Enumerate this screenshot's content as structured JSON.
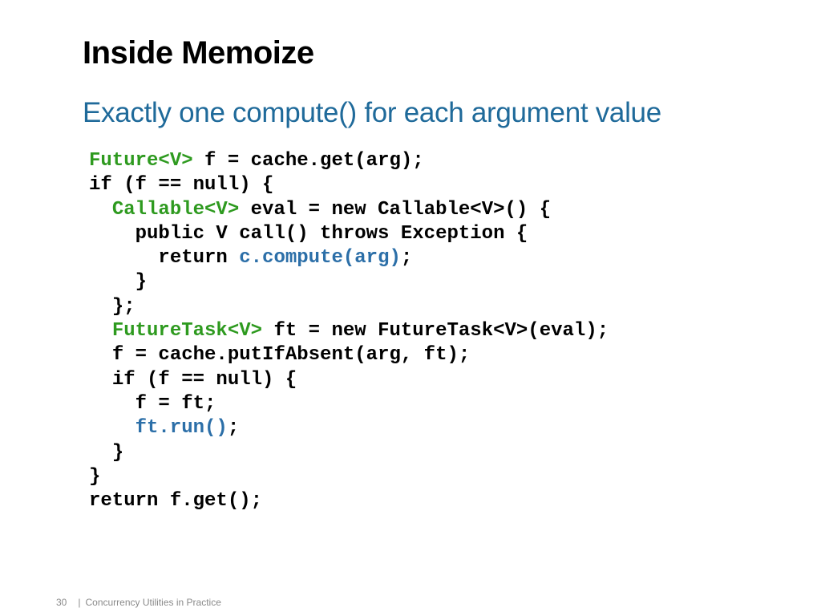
{
  "slide": {
    "title": "Inside Memoize",
    "subtitle": "Exactly one compute() for each argument value",
    "footer": {
      "page_number": "30",
      "separator": "|",
      "deck_title": "Concurrency Utilities in Practice"
    }
  },
  "colors": {
    "subtitle": "#1f6a9a",
    "type_keyword": "#2e9a1f",
    "method_call": "#2c6fa8",
    "code_default": "#000000",
    "footer_text": "#8a8a8a"
  },
  "code": {
    "lines": [
      {
        "indent": 0,
        "tokens": [
          {
            "text": "Future<V>",
            "style": "type"
          },
          {
            "text": " f = cache.get(arg);",
            "style": "plain"
          }
        ]
      },
      {
        "indent": 0,
        "tokens": [
          {
            "text": "if (f == null) {",
            "style": "plain"
          }
        ]
      },
      {
        "indent": 1,
        "tokens": [
          {
            "text": "Callable<V>",
            "style": "type"
          },
          {
            "text": " eval = new Callable<V>() {",
            "style": "plain"
          }
        ]
      },
      {
        "indent": 2,
        "tokens": [
          {
            "text": "public V call() throws Exception {",
            "style": "plain"
          }
        ]
      },
      {
        "indent": 3,
        "tokens": [
          {
            "text": "return ",
            "style": "plain"
          },
          {
            "text": "c.compute(arg)",
            "style": "call"
          },
          {
            "text": ";",
            "style": "plain"
          }
        ]
      },
      {
        "indent": 2,
        "tokens": [
          {
            "text": "}",
            "style": "plain"
          }
        ]
      },
      {
        "indent": 1,
        "tokens": [
          {
            "text": "};",
            "style": "plain"
          }
        ]
      },
      {
        "indent": 1,
        "tokens": [
          {
            "text": "FutureTask<V>",
            "style": "type"
          },
          {
            "text": " ft = new FutureTask<V>(eval);",
            "style": "plain"
          }
        ]
      },
      {
        "indent": 1,
        "tokens": [
          {
            "text": "f = cache.putIfAbsent(arg, ft);",
            "style": "plain"
          }
        ]
      },
      {
        "indent": 1,
        "tokens": [
          {
            "text": "if (f == null) {",
            "style": "plain"
          }
        ]
      },
      {
        "indent": 2,
        "tokens": [
          {
            "text": "f = ft;",
            "style": "plain"
          }
        ]
      },
      {
        "indent": 2,
        "tokens": [
          {
            "text": "ft.run()",
            "style": "call"
          },
          {
            "text": ";",
            "style": "plain"
          }
        ]
      },
      {
        "indent": 1,
        "tokens": [
          {
            "text": "}",
            "style": "plain"
          }
        ]
      },
      {
        "indent": 0,
        "tokens": [
          {
            "text": "}",
            "style": "plain"
          }
        ]
      },
      {
        "indent": 0,
        "tokens": [
          {
            "text": "return f.get();",
            "style": "plain"
          }
        ]
      }
    ]
  }
}
